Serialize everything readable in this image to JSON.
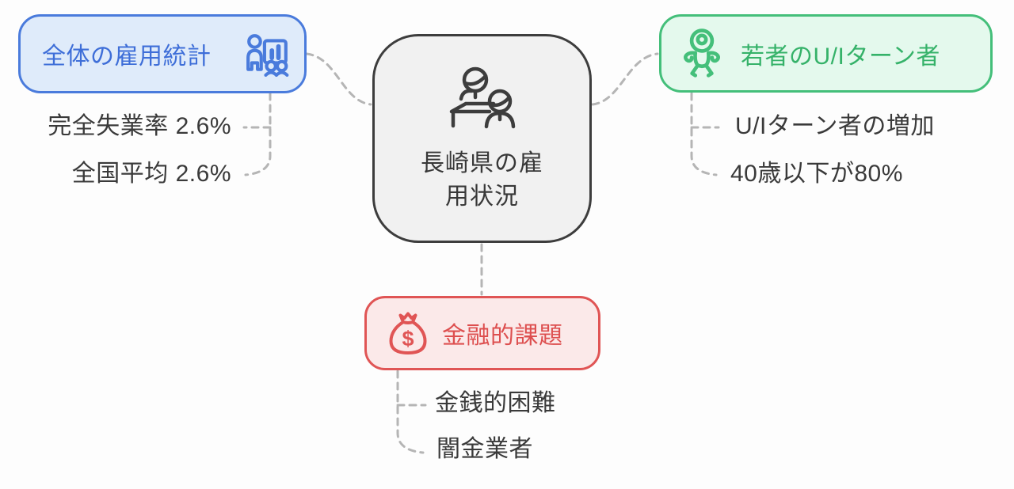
{
  "diagram": {
    "center": {
      "title_line1": "長崎県の雇",
      "title_line2": "用状況",
      "icon": "two-people-at-desk-icon"
    },
    "branches": {
      "employment": {
        "title": "全体の雇用統計",
        "icon": "presentation-chart-icon",
        "accent": "#4a7bdc",
        "background": "#dfebfa",
        "items": [
          "完全失業率 2.6%",
          "全国平均 2.6%"
        ]
      },
      "uiturn": {
        "title": "若者のU/Iターン者",
        "icon": "young-person-icon",
        "accent": "#44bf7a",
        "background": "#e4f9ed",
        "items": [
          "U/Iターン者の増加",
          "40歳以下が80%"
        ]
      },
      "financial": {
        "title": "金融的課題",
        "icon": "money-bag-icon",
        "accent": "#e05555",
        "background": "#fbe9e9",
        "items": [
          "金銭的困難",
          "闇金業者"
        ]
      }
    },
    "icons": {
      "dollar_symbol": "$"
    },
    "connector_color": "#b5b5b5"
  }
}
